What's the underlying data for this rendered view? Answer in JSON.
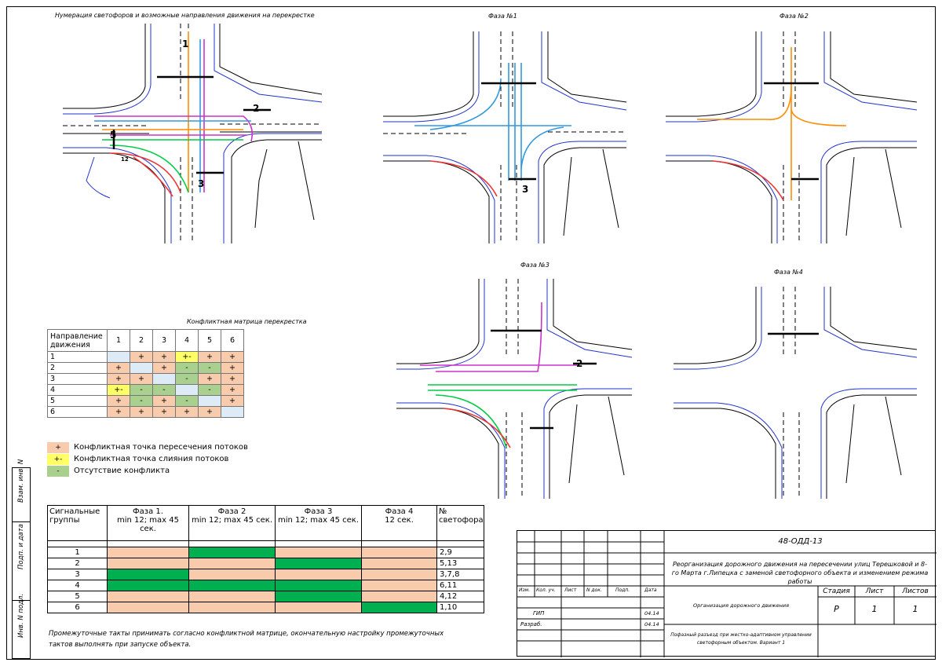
{
  "captions": {
    "numbering": "Нумерация светофоров и возможные направления движения на перекрестке",
    "phase1": "Фаза №1",
    "phase2": "Фаза №2",
    "phase3": "Фаза №3",
    "phase4": "Фаза №4"
  },
  "plan_labels": {
    "n1": "1",
    "n2": "2",
    "n3": "3",
    "n5": "5",
    "n12": "12",
    "ny": "у"
  },
  "matrix": {
    "title": "Конфликтная матрица перекрестка",
    "header": "Направление движения",
    "columns": [
      "1",
      "2",
      "3",
      "4",
      "5",
      "6"
    ],
    "rows": [
      {
        "label": "1",
        "cells": [
          "",
          "+",
          "+",
          "+-",
          "+",
          "+"
        ]
      },
      {
        "label": "2",
        "cells": [
          "+",
          "",
          "+",
          "-",
          "-",
          "+"
        ]
      },
      {
        "label": "3",
        "cells": [
          "+",
          "+",
          "",
          "-",
          "+",
          "+"
        ]
      },
      {
        "label": "4",
        "cells": [
          "+-",
          "-",
          "-",
          "",
          "-",
          "+"
        ]
      },
      {
        "label": "5",
        "cells": [
          "+",
          "-",
          "+",
          "-",
          "",
          "+"
        ]
      },
      {
        "label": "6",
        "cells": [
          "+",
          "+",
          "+",
          "+",
          "+",
          ""
        ]
      }
    ]
  },
  "legend": [
    {
      "symbol": "+",
      "text": "Конфликтная точка пересечения потоков",
      "color": "#f8cbad"
    },
    {
      "symbol": "+-",
      "text": "Конфликтная точка слияния потоков",
      "color": "#ffff66"
    },
    {
      "symbol": "-",
      "text": "Отсутствие конфликта",
      "color": "#a9d08e"
    }
  ],
  "signal_table": {
    "col_groups": "Сигнальные группы",
    "phases": [
      {
        "name": "Фаза 1.",
        "time": "min 12; max 45 сек."
      },
      {
        "name": "Фаза 2",
        "time": "min 12; max 45 сек."
      },
      {
        "name": "Фаза 3",
        "time": "min 12; max 45 сек."
      },
      {
        "name": "Фаза 4",
        "time": "12 сек."
      }
    ],
    "col_lights": "№ светофора",
    "rows": [
      {
        "group": "1",
        "green": [
          false,
          true,
          false,
          false
        ],
        "lights": "2,9"
      },
      {
        "group": "2",
        "green": [
          false,
          false,
          true,
          false
        ],
        "lights": "5,13"
      },
      {
        "group": "3",
        "green": [
          true,
          false,
          false,
          false
        ],
        "lights": "3,7,8"
      },
      {
        "group": "4",
        "green": [
          true,
          true,
          true,
          false
        ],
        "lights": "6,11"
      },
      {
        "group": "5",
        "green": [
          false,
          false,
          true,
          false
        ],
        "lights": "4,12"
      },
      {
        "group": "6",
        "green": [
          false,
          false,
          false,
          true
        ],
        "lights": "1,10"
      }
    ],
    "green_color": "#00b050",
    "red_color": "#f8cbad"
  },
  "note": "Промежуточные такты принимать согласно конфликтной матрице, окончательную настройку промежуточных тактов выполнять при запуске объекта.",
  "side_stamps": [
    "Взам. инв. N",
    "Подп. и дата",
    "Инв. N подл."
  ],
  "title_block": {
    "code": "48-ОДД-13",
    "title": "Реорганизация дорожного движения на пересечении улиц Терешковой и 8-го Марта г.Липецка с заменой светофорного объекта и изменением режима работы",
    "doc_type": "Организация дорожного движения",
    "drawing": "Пофазный разъезд при жестко-адаптивном управлении светофорным объектом. Вариант 1",
    "stage_label": "Стадия",
    "sheet_label": "Лист",
    "sheets_label": "Листов",
    "stage": "Р",
    "sheet": "1",
    "sheets": "1",
    "cols": [
      "Изм.",
      "Кол. уч.",
      "Лист",
      "N док.",
      "Подп.",
      "Дата"
    ],
    "gip": "ГИП",
    "developer": "Разраб.",
    "date1": "04.14",
    "date2": "04.14"
  }
}
